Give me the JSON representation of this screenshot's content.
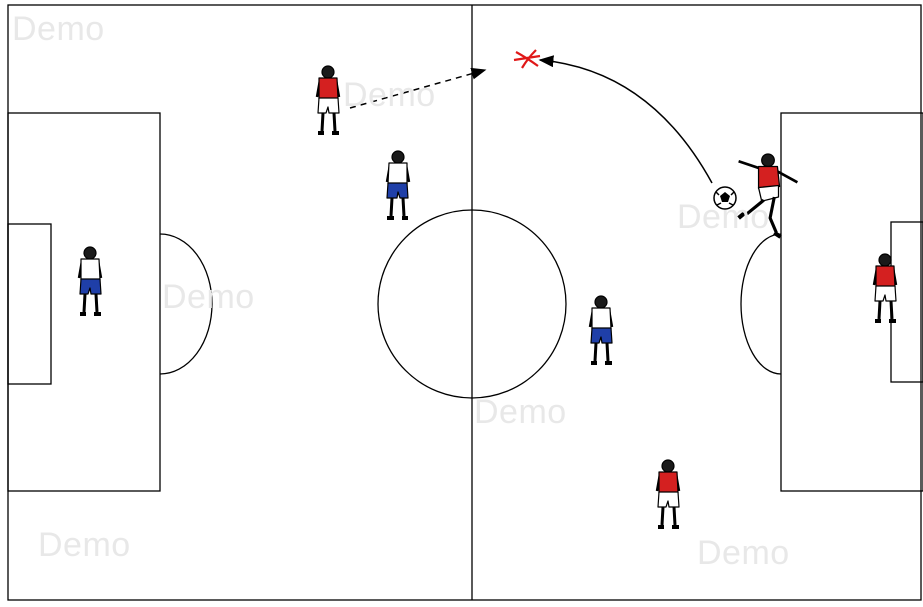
{
  "watermark": {
    "text": "Demo",
    "color": "#e6e6e6"
  },
  "pitch": {
    "line_color": "#000000",
    "background": "#ffffff"
  },
  "team_colors": {
    "red_shirt": "#d42020",
    "white_shirt": "#ffffff",
    "blue_shorts": "#1f3fa8",
    "white_shorts": "#ffffff",
    "target_mark": "#e01818"
  },
  "icons": {
    "target": "x-mark-icon",
    "ball": "soccer-ball-icon",
    "player": "player-figure-icon"
  },
  "players": [
    {
      "id": "red-left-passer",
      "team": "red"
    },
    {
      "id": "white-midfield-left",
      "team": "white"
    },
    {
      "id": "white-goalkeeper-left",
      "team": "white"
    },
    {
      "id": "red-kicker",
      "team": "red"
    },
    {
      "id": "white-midfield-right",
      "team": "white"
    },
    {
      "id": "red-bottom-right",
      "team": "red"
    },
    {
      "id": "red-goalkeeper-right",
      "team": "red"
    }
  ]
}
